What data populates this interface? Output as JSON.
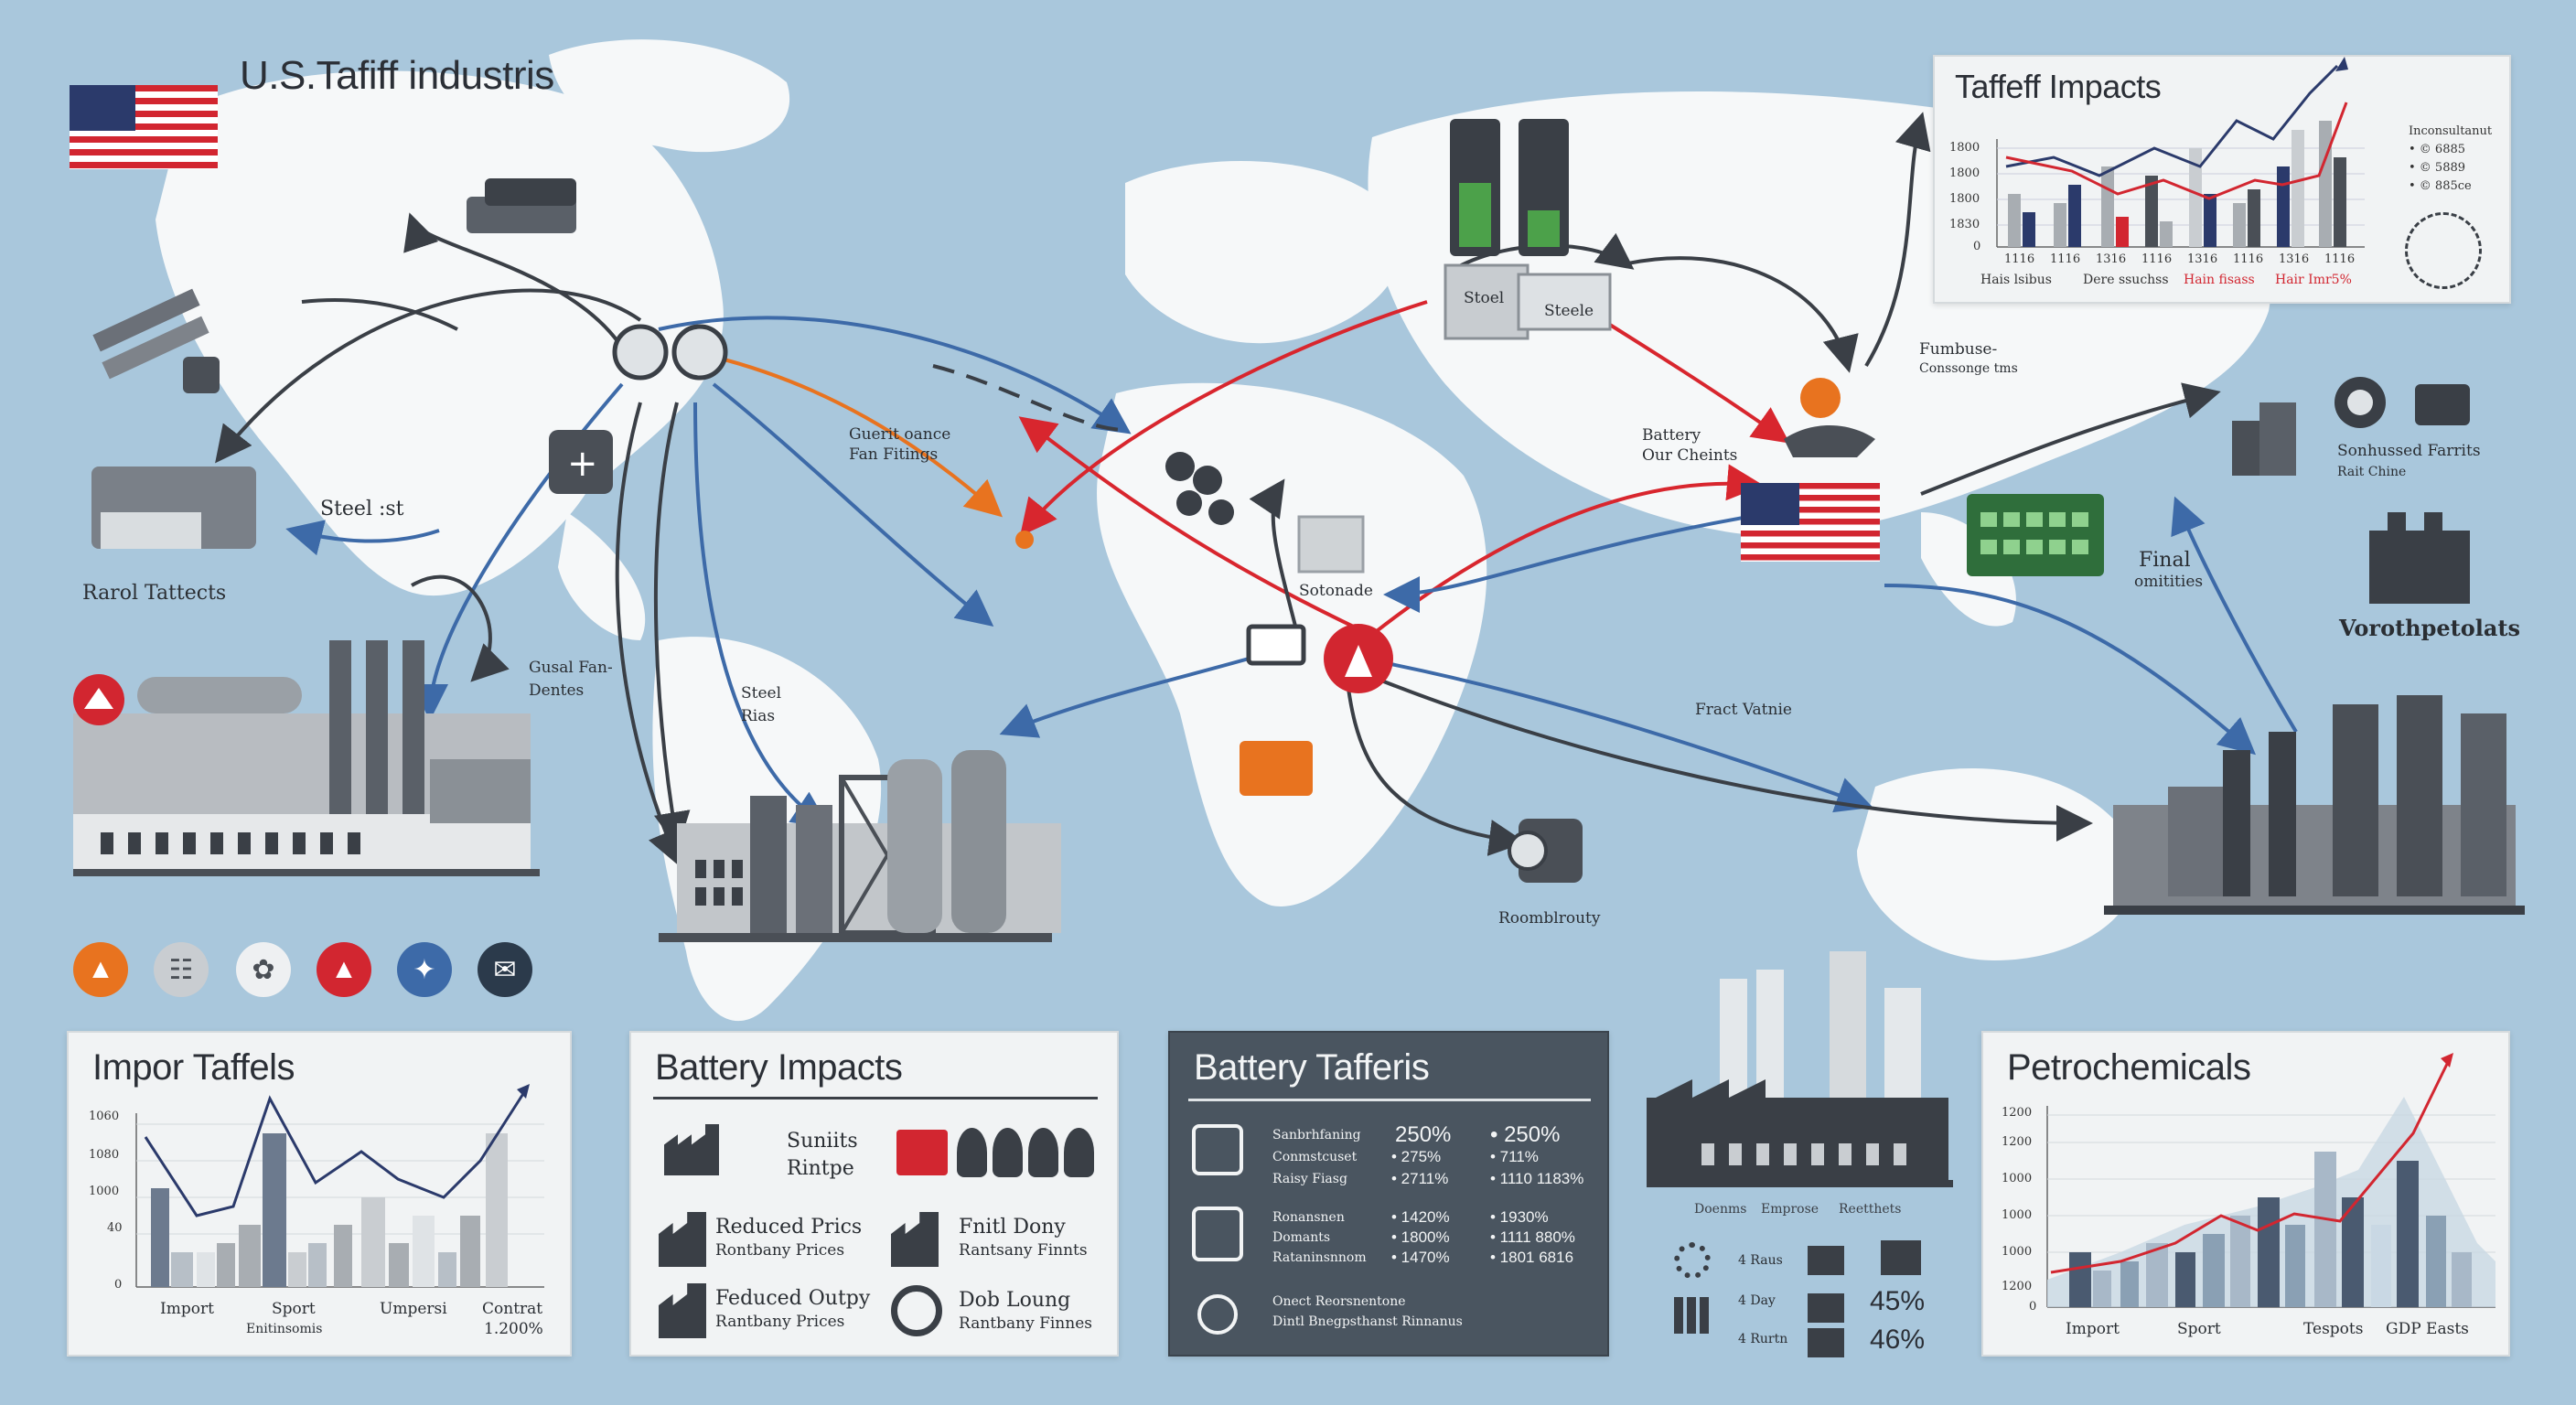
{
  "header": {
    "title": "U.S.Tafiff industris"
  },
  "map_labels": {
    "steel_st": "Steel :st",
    "rarol": "Rarol Tattects",
    "guard_line1": "Gusal Fan-",
    "guard_line2": "Dentes",
    "steel_rias_1": "Steel",
    "steel_rias_2": "Rias",
    "guerit_1": "Guerit oance",
    "guerit_2": "Fan Fitings",
    "stoel": "Stoel",
    "steele": "Steele",
    "sotonade": "Sotonade",
    "battery_1": "Battery",
    "battery_2": "Our Cheints",
    "fumbuse_1": "Fumbuse-",
    "fumbuse_2": "Conssonge tms",
    "sonhussed_1": "Sonhussed Farrits",
    "sonhussed_2": "Rait Chine",
    "final_1": "Final",
    "final_2": "omitities",
    "vorot": "Vorothpetolats",
    "fract": "Fract Vatnie",
    "roomb": "Roomblrouty"
  },
  "icons": [
    "flame-icon",
    "tower-icon",
    "handshake-icon",
    "warning-icon",
    "bird-icon",
    "mail-icon"
  ],
  "top_chart": {
    "title": "Taffeff Impacts",
    "y_ticks": [
      "1800",
      "1800",
      "1800",
      "1830",
      "0"
    ],
    "x_ticks": [
      "1116",
      "1116",
      "1316",
      "1116",
      "1316",
      "1116",
      "1316",
      "1116"
    ],
    "categories": [
      "Hais lsibus",
      "Dere ssuchss",
      "Hain fisass",
      "Hair Imr5%"
    ],
    "legend": [
      "Inconsultanut",
      "• © 6885",
      "• © 5889",
      "• © 885ce"
    ]
  },
  "import_chart": {
    "title": "Impor Taffels",
    "y_ticks": [
      "1060",
      "1080",
      "1000",
      "40",
      "0"
    ],
    "x_labels": [
      "Import",
      "Sport",
      "Umpersi",
      "Contrat"
    ],
    "x_sub": [
      "",
      "Enitinsomis",
      "",
      "1.200%"
    ]
  },
  "battery_impacts": {
    "title": "Battery Impacts",
    "items": [
      {
        "l1": "Suniits",
        "l2": "Rintpe"
      },
      {
        "l1": "Reduced Prics",
        "l2": "Rontbany Prices"
      },
      {
        "l1": "Fnitl Dony",
        "l2": "Rantsany Finnts"
      },
      {
        "l1": "Feduced Outpy",
        "l2": "Rantbany Prices"
      },
      {
        "l1": "Dob Loung",
        "l2": "Rantbany Finnes"
      }
    ]
  },
  "battery_tariffs": {
    "title": "Battery Tafferis",
    "rows": [
      {
        "label": "Sanbrhfaning",
        "v1": "250%",
        "v2": "• 250%"
      },
      {
        "label": "Conmstcuset",
        "v1": "• 275%",
        "v2": "• 711%"
      },
      {
        "label": "Raisy Fiasg",
        "v1": "• 2711%",
        "v2": "• 1110 1183%"
      },
      {
        "label": "Ronansnen",
        "v1": "• 1420%",
        "v2": "• 1930%"
      },
      {
        "label": "Domants",
        "v1": "• 1800%",
        "v2": "• 1111 880%"
      },
      {
        "label": "Rataninsnnom",
        "v1": "• 1470%",
        "v2": "• 1801 6816"
      },
      {
        "label": "Onect Reorsnentone",
        "v1": "",
        "v2": ""
      },
      {
        "label": "Dintl Bnegpsthanst Rinnanus",
        "v1": "",
        "v2": ""
      }
    ]
  },
  "factory_stats": {
    "labels": [
      "Doenms",
      "Emprose",
      "Reetthets"
    ],
    "rows": [
      {
        "left": "4 Raus",
        "value": ""
      },
      {
        "left": "4 Day",
        "value": "45%"
      },
      {
        "left": "4 Rurtn",
        "value": "46%"
      }
    ]
  },
  "petro": {
    "title": "Petrochemicals",
    "y_ticks": [
      "1200",
      "1200",
      "1000",
      "1000",
      "1000",
      "1200",
      "0"
    ],
    "x_labels": [
      "Import",
      "Sport",
      "Tespots",
      "GDP Easts"
    ]
  },
  "colors": {
    "us_red": "#d22630",
    "us_blue": "#2b3a6b",
    "arrow_blue": "#3d6aa8",
    "arrow_red": "#d8262e",
    "arrow_orange": "#e8731f",
    "arrow_dark": "#3a3f46"
  }
}
